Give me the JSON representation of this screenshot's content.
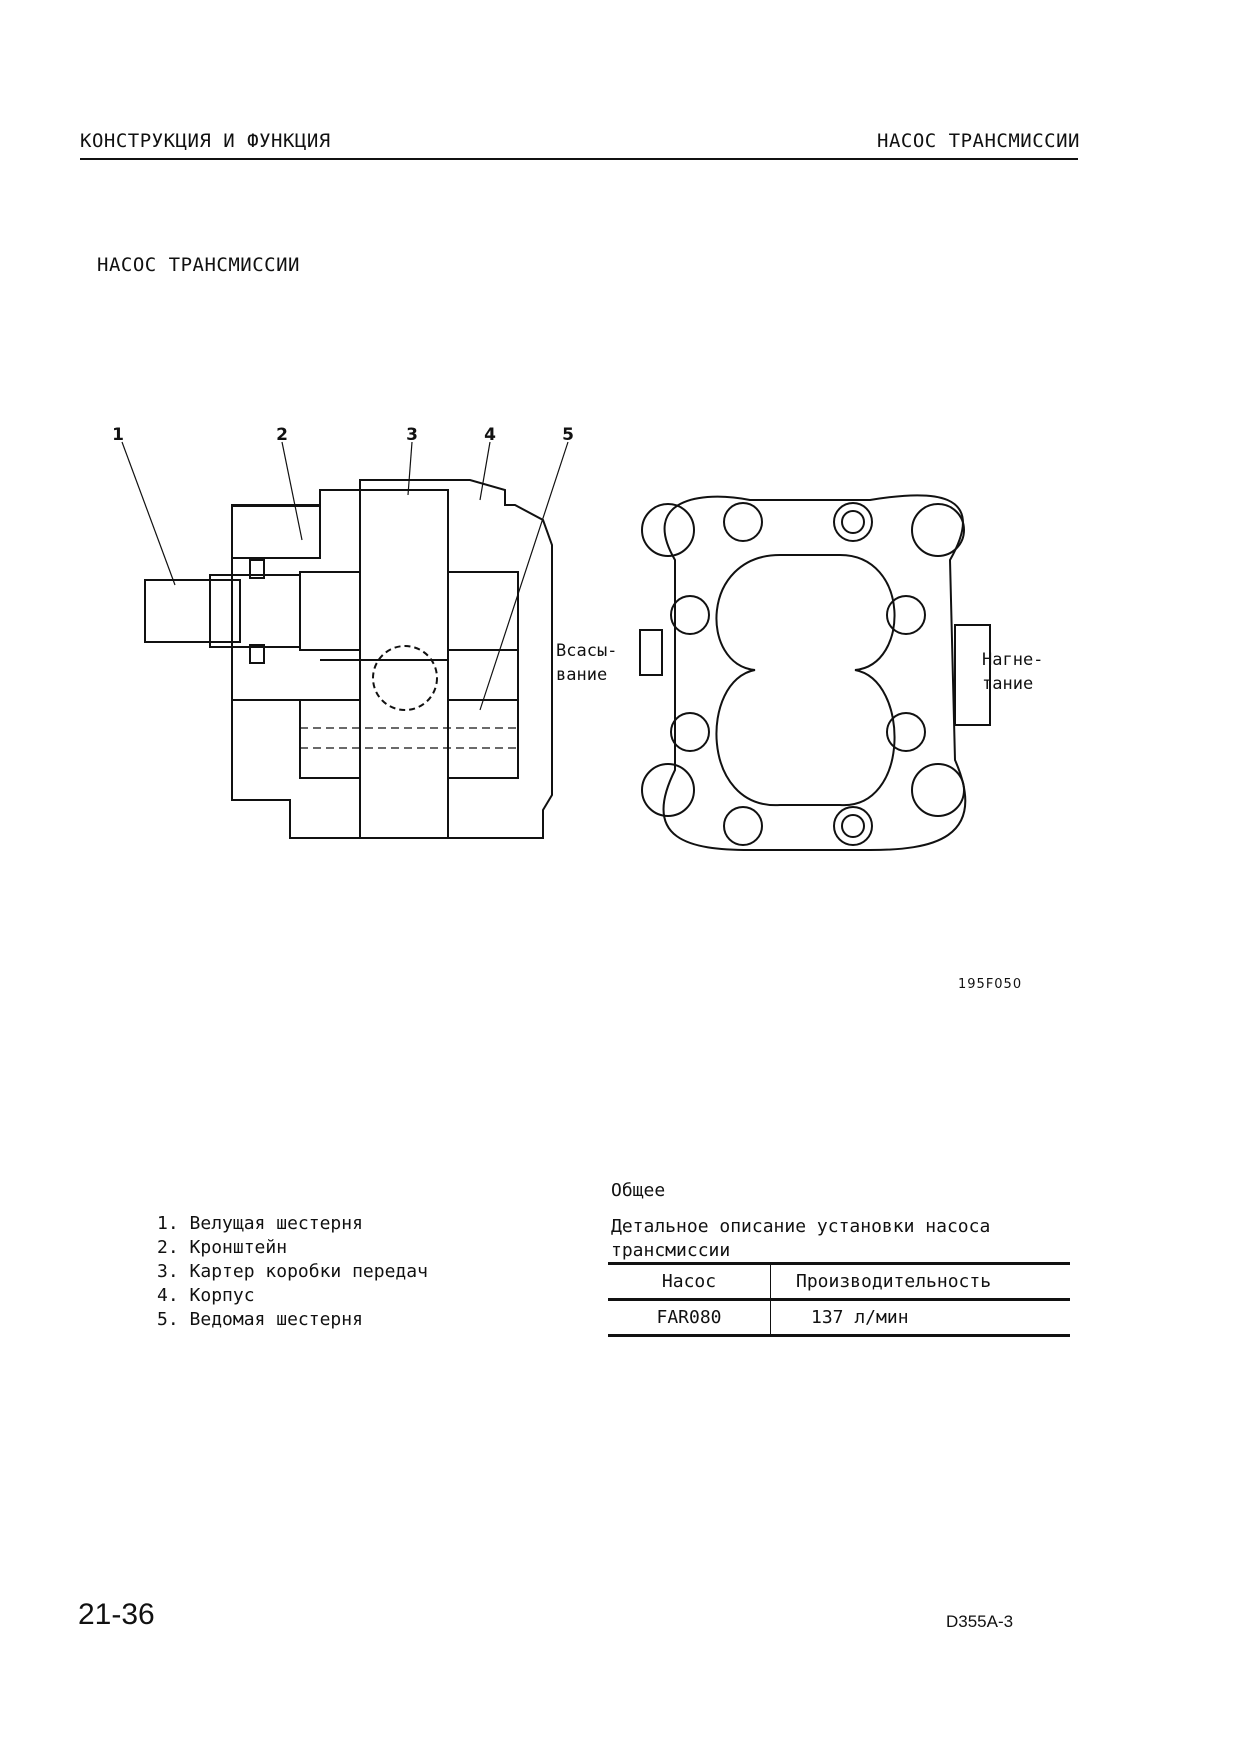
{
  "header": {
    "left": "КОНСТРУКЦИЯ И ФУНКЦИЯ",
    "right": "НАСОС ТРАНСМИССИИ"
  },
  "section_title": "НАСОС ТРАНСМИССИИ",
  "figure": {
    "callouts": [
      "1",
      "2",
      "3",
      "4",
      "5"
    ],
    "suction_label": [
      "Всасы-",
      "вание"
    ],
    "discharge_label": [
      "Нагне-",
      "тание"
    ],
    "figure_id": "195F050"
  },
  "parts": [
    {
      "num": "1.",
      "name": "Велущая шестерня"
    },
    {
      "num": "2.",
      "name": "Кронштейн"
    },
    {
      "num": "3.",
      "name": "Картер коробки передач"
    },
    {
      "num": "4.",
      "name": "Корпус"
    },
    {
      "num": "5.",
      "name": "Ведомая шестерня"
    }
  ],
  "general_heading": "Общее",
  "description": "Детальное описание установки насоса трансмиссии",
  "spec_table": {
    "headers": [
      "Насос",
      "Производительность"
    ],
    "rows": [
      [
        "FAR080",
        "137 л/мин"
      ]
    ]
  },
  "footer": {
    "page": "21-36",
    "model": "D355A-3"
  }
}
